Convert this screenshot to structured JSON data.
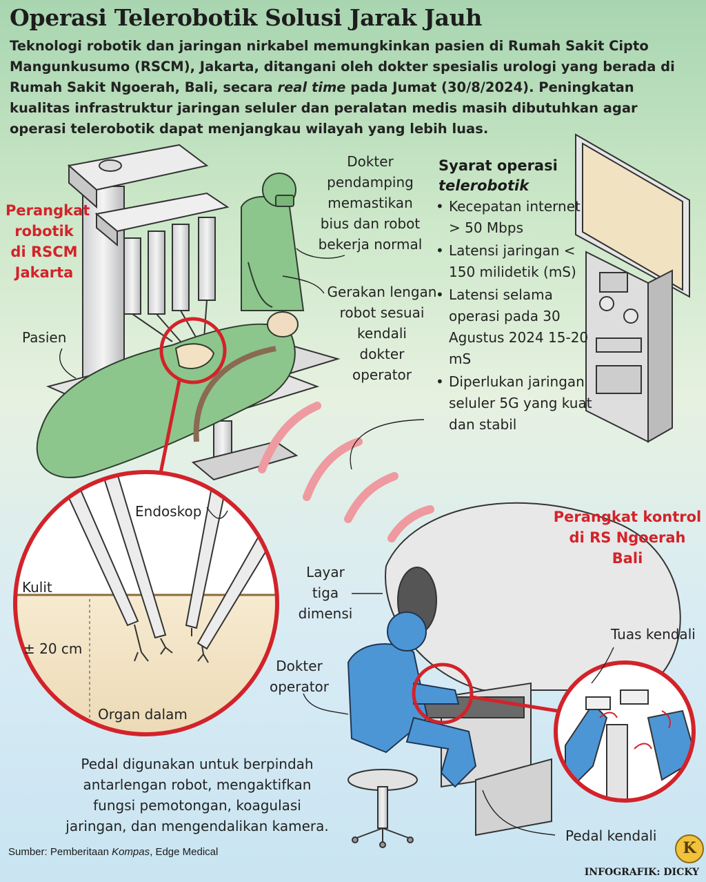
{
  "title": "Operasi Telerobotik Solusi Jarak Jauh",
  "intro": {
    "part1": "Teknologi robotik dan jaringan nirkabel memungkinkan pasien di Rumah Sakit Cipto Mangunkusumo (RSCM), Jakarta, ditangani oleh dokter spesialis urologi yang berada di Rumah Sakit Ngoerah, Bali, secara ",
    "italic": "real time",
    "part2": " pada Jumat (30/8/2024). Peningkatan kualitas infrastruktur jaringan seluler dan peralatan medis masih dibutuhkan agar operasi telerobotik dapat menjangkau wilayah yang lebih luas."
  },
  "labels": {
    "robot_rscm": [
      "Perangkat",
      "robotik",
      "di RSCM",
      "Jakarta"
    ],
    "pasien": "Pasien",
    "dokter_pendamping": [
      "Dokter",
      "pendamping",
      "memastikan",
      "bius dan robot",
      "bekerja normal"
    ],
    "gerakan_lengan": [
      "Gerakan lengan",
      "robot sesuai",
      "kendali",
      "dokter",
      "operator"
    ],
    "endoskop": "Endoskop",
    "kulit": "Kulit",
    "depth": "± 20 cm",
    "organ_dalam": "Organ dalam",
    "kontrol_bali": [
      "Perangkat kontrol",
      "di RS Ngoerah",
      "Bali"
    ],
    "layar": [
      "Layar",
      "tiga",
      "dimensi"
    ],
    "tuas_kendali": "Tuas kendali",
    "dokter_operator": [
      "Dokter",
      "operator"
    ],
    "pedal_note": [
      "Pedal digunakan untuk berpindah",
      "antarlengan robot, mengaktifkan",
      "fungsi pemotongan, koagulasi",
      "jaringan, dan mengendalikan kamera."
    ],
    "pedal_kendali": "Pedal kendali"
  },
  "requirements": {
    "title_line1": "Syarat operasi",
    "title_line2": "telerobotik",
    "items": [
      "Kecepatan internet > 50 Mbps",
      "Latensi jaringan < 150 milidetik (mS)",
      "Latensi selama operasi pada 30 Agustus 2024 15-20 mS",
      "Diperlukan jaringan seluler 5G yang kuat dan stabil"
    ]
  },
  "source": {
    "prefix": "Sumber: Pemberitaan ",
    "italic": "Kompas",
    "suffix": ", Edge Medical"
  },
  "credit": "INFOGRAFIK: DICKY",
  "logo_letter": "K",
  "colors": {
    "accent_red": "#d2232a",
    "gown_green": "#8cc68c",
    "scrub_blue": "#4d96d6",
    "signal_pink": "#ee9aa0",
    "skin_tan": "#f2e3c6"
  }
}
